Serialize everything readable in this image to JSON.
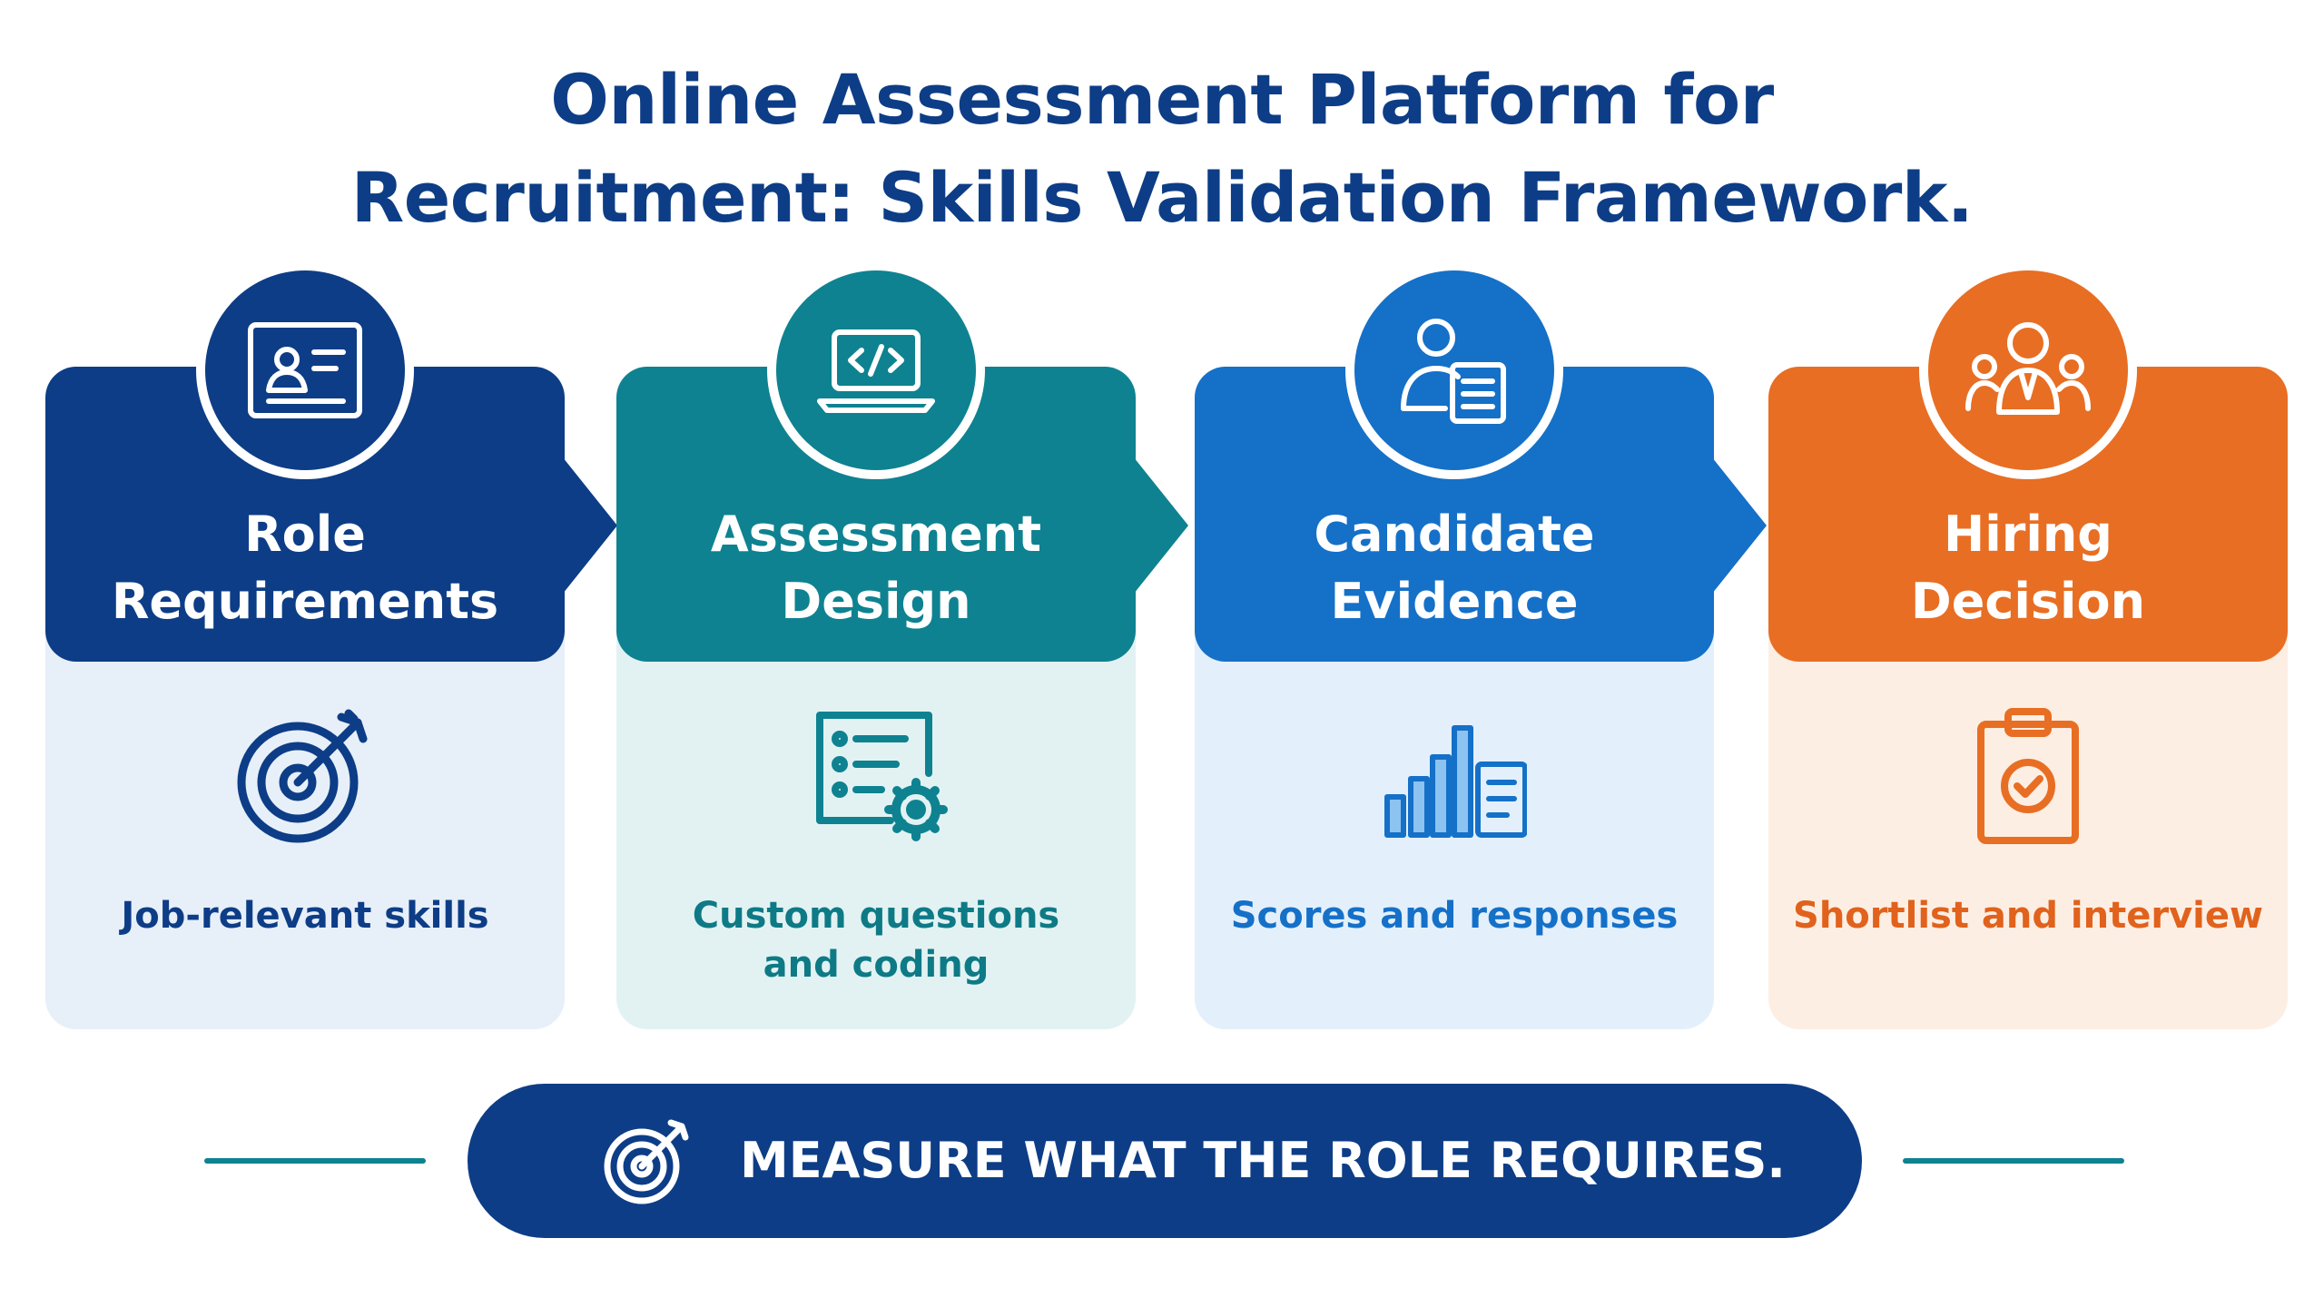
{
  "title": {
    "line1": "Online Assessment Platform for",
    "line2": "Recruitment: Skills Validation Framework."
  },
  "steps": [
    {
      "title_line1": "Role",
      "title_line2": "Requirements",
      "header_icon": "candidate-profile-card-icon",
      "body_icon": "target-arrow-icon",
      "desc_line1": "Job-relevant skills",
      "desc_line2": "",
      "color": "#0d3d86"
    },
    {
      "title_line1": "Assessment",
      "title_line2": "Design",
      "header_icon": "laptop-code-icon",
      "body_icon": "checklist-gear-icon",
      "desc_line1": "Custom questions",
      "desc_line2": "and coding",
      "color": "#0e8290"
    },
    {
      "title_line1": "Candidate",
      "title_line2": "Evidence",
      "header_icon": "person-document-icon",
      "body_icon": "bar-chart-document-icon",
      "desc_line1": "Scores and responses",
      "desc_line2": "",
      "color": "#1570c8"
    },
    {
      "title_line1": "Hiring",
      "title_line2": "Decision",
      "header_icon": "team-group-icon",
      "body_icon": "clipboard-check-icon",
      "desc_line1": "Shortlist and interview",
      "desc_line2": "",
      "color": "#e86e23"
    }
  ],
  "banner": {
    "icon": "target-arrow-icon",
    "text": "MEASURE WHAT THE ROLE REQUIRES."
  }
}
